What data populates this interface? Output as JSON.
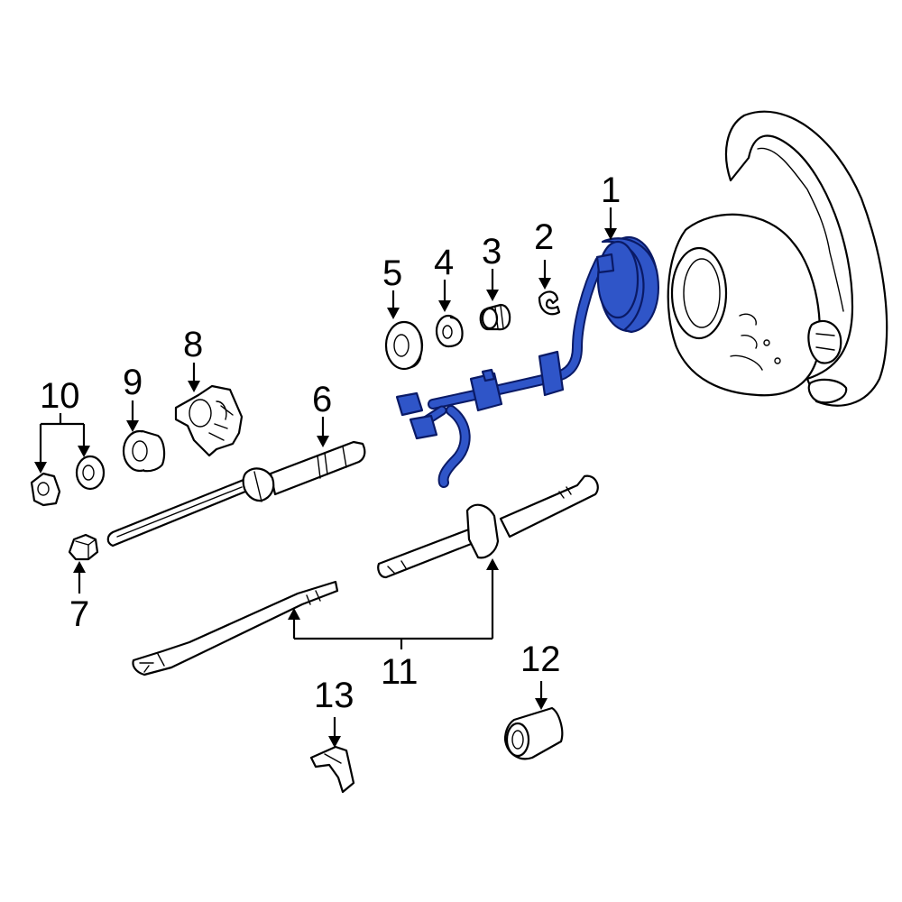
{
  "colors": {
    "line": "#000000",
    "background": "#ffffff",
    "highlight": "#2f55c8",
    "highlight_outline": "#0a1a66"
  },
  "callouts": [
    {
      "id": "1",
      "label": "1"
    },
    {
      "id": "2",
      "label": "2"
    },
    {
      "id": "3",
      "label": "3"
    },
    {
      "id": "4",
      "label": "4"
    },
    {
      "id": "5",
      "label": "5"
    },
    {
      "id": "6",
      "label": "6"
    },
    {
      "id": "7",
      "label": "7"
    },
    {
      "id": "8",
      "label": "8"
    },
    {
      "id": "9",
      "label": "9"
    },
    {
      "id": "10",
      "label": "10"
    },
    {
      "id": "11",
      "label": "11"
    },
    {
      "id": "12",
      "label": "12"
    },
    {
      "id": "13",
      "label": "13"
    }
  ],
  "highlighted_part": "1"
}
